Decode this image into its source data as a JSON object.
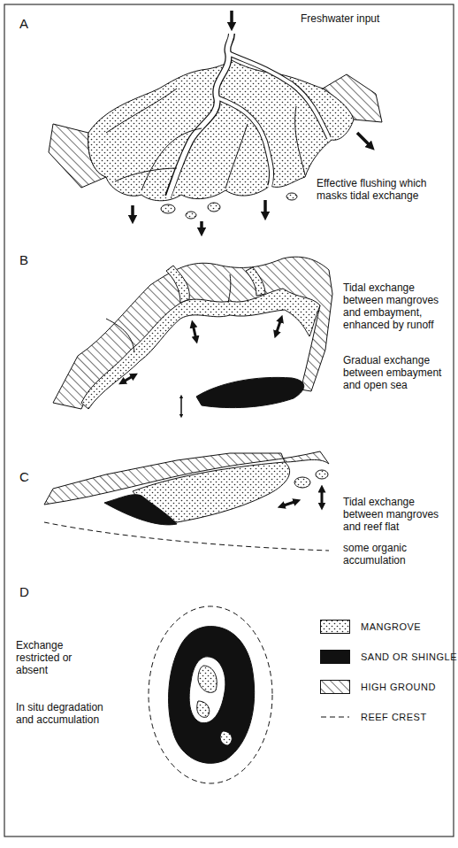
{
  "diagram": {
    "labels": [
      "A",
      "Freshwater input",
      "Effective flushing which masks tidal exchange",
      "B",
      "Tidal exchange between mangroves and embayment, enhanced by runoff",
      "Gradual exchange between embayment and open sea",
      "C",
      "Tidal exchange between mangroves and reef flat",
      "some organic accumulation",
      "D",
      "Exchange restricted or absent",
      "In situ degradation and accumulation"
    ],
    "legend": [
      {
        "text": "MANGROVE"
      },
      {
        "text": "SAND OR SHINGLE",
        "color": "#111111"
      },
      {
        "text": "HIGH GROUND"
      },
      {
        "text": "REEF CREST"
      }
    ]
  }
}
